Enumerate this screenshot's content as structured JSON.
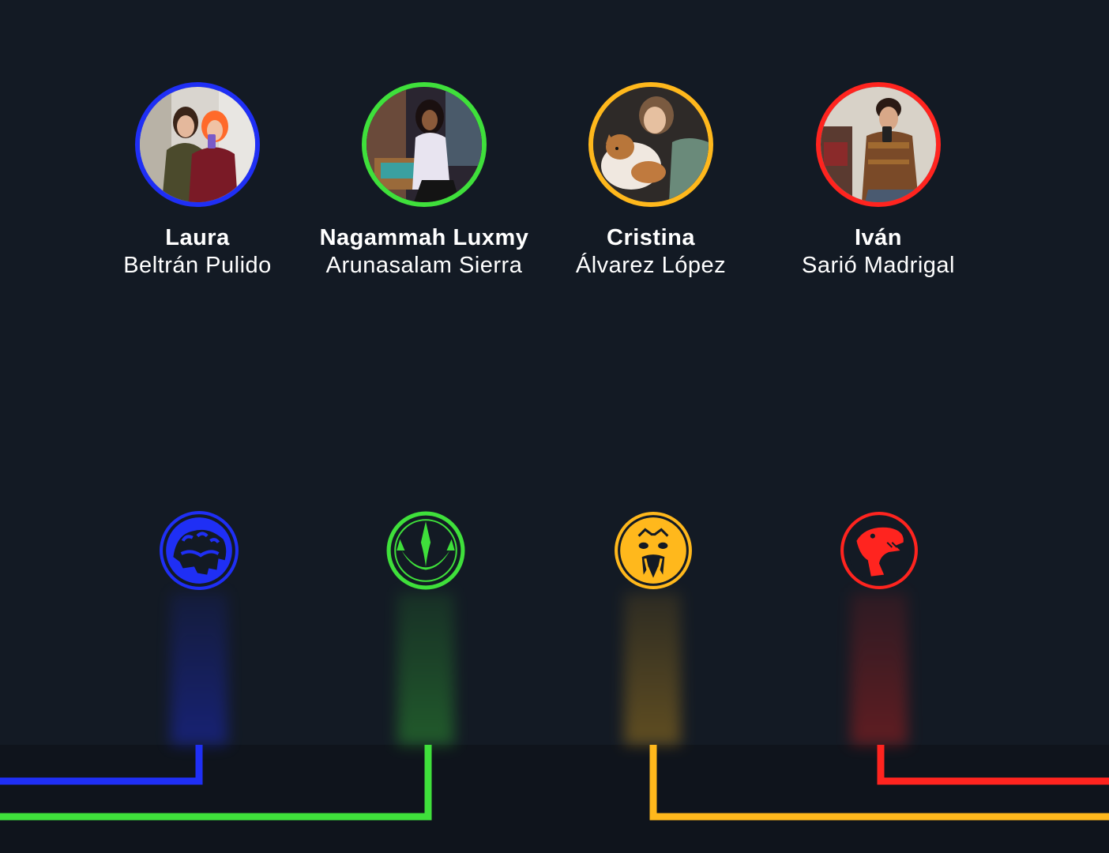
{
  "team": [
    {
      "first_name": "Laura",
      "last_name": "Beltrán Pulido",
      "color": "#1f2ff5",
      "emblem": "mastodon-coin-icon"
    },
    {
      "first_name": "Nagammah Luxmy",
      "last_name": "Arunasalam Sierra",
      "color": "#3fe03b",
      "emblem": "dragonzord-coin-icon"
    },
    {
      "first_name": "Cristina",
      "last_name": "Álvarez López",
      "color": "#ffb81c",
      "emblem": "sabertooth-tiger-coin-icon"
    },
    {
      "first_name": "Iván",
      "last_name": "Sarió Madrigal",
      "color": "#ff241f",
      "emblem": "tyrannosaurus-coin-icon"
    }
  ],
  "colors": {
    "background": "#131a24",
    "bottom_band": "#0f141c",
    "text": "#ffffff"
  }
}
